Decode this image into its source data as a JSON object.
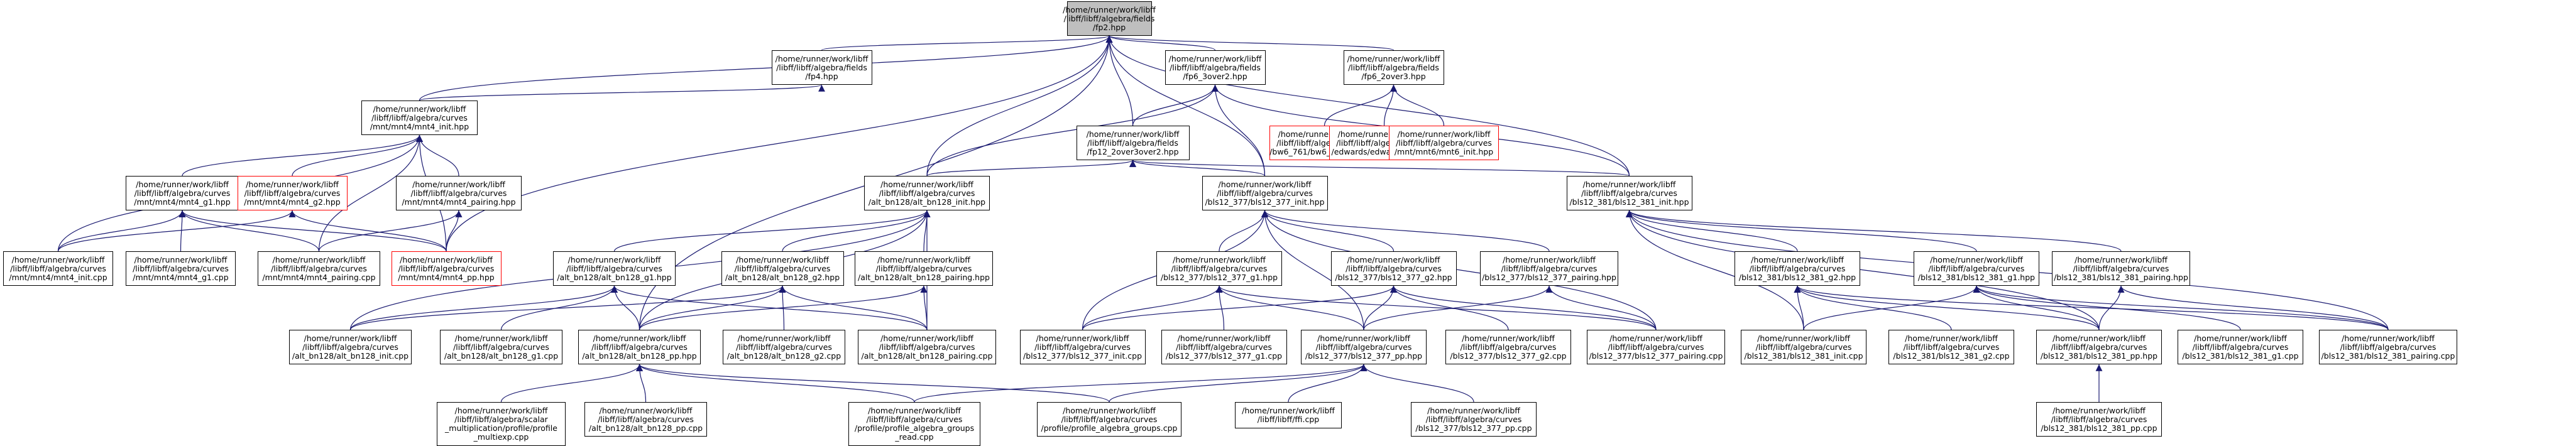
{
  "nodes": [
    {
      "id": "fp2",
      "label": "/home/runner/work/libff\n/libff/libff/algebra/fields\n/fp2.hpp",
      "style": "root"
    },
    {
      "id": "fp4",
      "label": "/home/runner/work/libff\n/libff/libff/algebra/fields\n/fp4.hpp",
      "style": "normal"
    },
    {
      "id": "fp6_3over2",
      "label": "/home/runner/work/libff\n/libff/libff/algebra/fields\n/fp6_3over2.hpp",
      "style": "normal"
    },
    {
      "id": "fp6_2over3",
      "label": "/home/runner/work/libff\n/libff/libff/algebra/fields\n/fp6_2over3.hpp",
      "style": "normal"
    },
    {
      "id": "bw6_init",
      "label": "/home/runner/work/libff\n/libff/libff/algebra/curves\n/bw6_761/bw6_761_init.hpp",
      "style": "red"
    },
    {
      "id": "edwards_init",
      "label": "/home/runner/work/libff\n/libff/libff/algebra/curves\n/edwards/edwards_init.hpp",
      "style": "red"
    },
    {
      "id": "mnt6_init",
      "label": "/home/runner/work/libff\n/libff/libff/algebra/curves\n/mnt/mnt6/mnt6_init.hpp",
      "style": "red"
    },
    {
      "id": "mnt4_init",
      "label": "/home/runner/work/libff\n/libff/libff/algebra/curves\n/mnt/mnt4/mnt4_init.hpp",
      "style": "normal"
    },
    {
      "id": "fp12_2over3over2",
      "label": "/home/runner/work/libff\n/libff/libff/algebra/fields\n/fp12_2over3over2.hpp",
      "style": "normal"
    },
    {
      "id": "mnt4_g1_h",
      "label": "/home/runner/work/libff\n/libff/libff/algebra/curves\n/mnt/mnt4/mnt4_g1.hpp",
      "style": "normal"
    },
    {
      "id": "mnt4_g2_h",
      "label": "/home/runner/work/libff\n/libff/libff/algebra/curves\n/mnt/mnt4/mnt4_g2.hpp",
      "style": "red"
    },
    {
      "id": "mnt4_pairing_h",
      "label": "/home/runner/work/libff\n/libff/libff/algebra/curves\n/mnt/mnt4/mnt4_pairing.hpp",
      "style": "normal"
    },
    {
      "id": "bn128_init_h",
      "label": "/home/runner/work/libff\n/libff/libff/algebra/curves\n/alt_bn128/alt_bn128_init.hpp",
      "style": "normal"
    },
    {
      "id": "bls377_init_h",
      "label": "/home/runner/work/libff\n/libff/libff/algebra/curves\n/bls12_377/bls12_377_init.hpp",
      "style": "normal"
    },
    {
      "id": "bls381_init_h",
      "label": "/home/runner/work/libff\n/libff/libff/algebra/curves\n/bls12_381/bls12_381_init.hpp",
      "style": "normal"
    },
    {
      "id": "mnt4_init_cpp",
      "label": "/home/runner/work/libff\n/libff/libff/algebra/curves\n/mnt/mnt4/mnt4_init.cpp",
      "style": "normal"
    },
    {
      "id": "mnt4_g1_cpp",
      "label": "/home/runner/work/libff\n/libff/libff/algebra/curves\n/mnt/mnt4/mnt4_g1.cpp",
      "style": "normal"
    },
    {
      "id": "mnt4_pairing_cpp",
      "label": "/home/runner/work/libff\n/libff/libff/algebra/curves\n/mnt/mnt4/mnt4_pairing.cpp",
      "style": "normal"
    },
    {
      "id": "mnt4_pp_h",
      "label": "/home/runner/work/libff\n/libff/libff/algebra/curves\n/mnt/mnt4/mnt4_pp.hpp",
      "style": "red"
    },
    {
      "id": "bn128_g1_h",
      "label": "/home/runner/work/libff\n/libff/libff/algebra/curves\n/alt_bn128/alt_bn128_g1.hpp",
      "style": "normal"
    },
    {
      "id": "bn128_g2_h",
      "label": "/home/runner/work/libff\n/libff/libff/algebra/curves\n/alt_bn128/alt_bn128_g2.hpp",
      "style": "normal"
    },
    {
      "id": "bn128_pairing_h",
      "label": "/home/runner/work/libff\n/libff/libff/algebra/curves\n/alt_bn128/alt_bn128_pairing.hpp",
      "style": "normal"
    },
    {
      "id": "bls377_g1_h",
      "label": "/home/runner/work/libff\n/libff/libff/algebra/curves\n/bls12_377/bls12_377_g1.hpp",
      "style": "normal"
    },
    {
      "id": "bls377_g2_h",
      "label": "/home/runner/work/libff\n/libff/libff/algebra/curves\n/bls12_377/bls12_377_g2.hpp",
      "style": "normal"
    },
    {
      "id": "bls377_pairing_h",
      "label": "/home/runner/work/libff\n/libff/libff/algebra/curves\n/bls12_377/bls12_377_pairing.hpp",
      "style": "normal"
    },
    {
      "id": "bls381_g2_h",
      "label": "/home/runner/work/libff\n/libff/libff/algebra/curves\n/bls12_381/bls12_381_g2.hpp",
      "style": "normal"
    },
    {
      "id": "bls381_g1_h",
      "label": "/home/runner/work/libff\n/libff/libff/algebra/curves\n/bls12_381/bls12_381_g1.hpp",
      "style": "normal"
    },
    {
      "id": "bls381_pairing_h",
      "label": "/home/runner/work/libff\n/libff/libff/algebra/curves\n/bls12_381/bls12_381_pairing.hpp",
      "style": "normal"
    },
    {
      "id": "bn128_init_cpp",
      "label": "/home/runner/work/libff\n/libff/libff/algebra/curves\n/alt_bn128/alt_bn128_init.cpp",
      "style": "normal"
    },
    {
      "id": "bn128_g1_cpp",
      "label": "/home/runner/work/libff\n/libff/libff/algebra/curves\n/alt_bn128/alt_bn128_g1.cpp",
      "style": "normal"
    },
    {
      "id": "bn128_pp_h",
      "label": "/home/runner/work/libff\n/libff/libff/algebra/curves\n/alt_bn128/alt_bn128_pp.hpp",
      "style": "normal"
    },
    {
      "id": "bn128_g2_cpp",
      "label": "/home/runner/work/libff\n/libff/libff/algebra/curves\n/alt_bn128/alt_bn128_g2.cpp",
      "style": "normal"
    },
    {
      "id": "bn128_pairing_cpp",
      "label": "/home/runner/work/libff\n/libff/libff/algebra/curves\n/alt_bn128/alt_bn128_pairing.cpp",
      "style": "normal"
    },
    {
      "id": "bls377_init_cpp",
      "label": "/home/runner/work/libff\n/libff/libff/algebra/curves\n/bls12_377/bls12_377_init.cpp",
      "style": "normal"
    },
    {
      "id": "bls377_g1_cpp",
      "label": "/home/runner/work/libff\n/libff/libff/algebra/curves\n/bls12_377/bls12_377_g1.cpp",
      "style": "normal"
    },
    {
      "id": "bls377_pp_h",
      "label": "/home/runner/work/libff\n/libff/libff/algebra/curves\n/bls12_377/bls12_377_pp.hpp",
      "style": "normal"
    },
    {
      "id": "bls377_g2_cpp",
      "label": "/home/runner/work/libff\n/libff/libff/algebra/curves\n/bls12_377/bls12_377_g2.cpp",
      "style": "normal"
    },
    {
      "id": "bls377_pairing_cpp",
      "label": "/home/runner/work/libff\n/libff/libff/algebra/curves\n/bls12_377/bls12_377_pairing.cpp",
      "style": "normal"
    },
    {
      "id": "bls381_init_cpp",
      "label": "/home/runner/work/libff\n/libff/libff/algebra/curves\n/bls12_381/bls12_381_init.cpp",
      "style": "normal"
    },
    {
      "id": "bls381_g2_cpp",
      "label": "/home/runner/work/libff\n/libff/libff/algebra/curves\n/bls12_381/bls12_381_g2.cpp",
      "style": "normal"
    },
    {
      "id": "bls381_pp_h",
      "label": "/home/runner/work/libff\n/libff/libff/algebra/curves\n/bls12_381/bls12_381_pp.hpp",
      "style": "normal"
    },
    {
      "id": "bls381_g1_cpp",
      "label": "/home/runner/work/libff\n/libff/libff/algebra/curves\n/bls12_381/bls12_381_g1.cpp",
      "style": "normal"
    },
    {
      "id": "bls381_pairing_cpp",
      "label": "/home/runner/work/libff\n/libff/libff/algebra/curves\n/bls12_381/bls12_381_pairing.cpp",
      "style": "normal"
    },
    {
      "id": "multiexp_cpp",
      "label": "/home/runner/work/libff\n/libff/libff/algebra/scalar\n_multiplication/profile/profile\n_multiexp.cpp",
      "style": "normal"
    },
    {
      "id": "bn128_pp_cpp",
      "label": "/home/runner/work/libff\n/libff/libff/algebra/curves\n/alt_bn128/alt_bn128_pp.cpp",
      "style": "normal"
    },
    {
      "id": "groups_read_cpp",
      "label": "/home/runner/work/libff\n/libff/libff/algebra/curves\n/profile/profile_algebra_groups\n_read.cpp",
      "style": "normal"
    },
    {
      "id": "groups_cpp",
      "label": "/home/runner/work/libff\n/libff/libff/algebra/curves\n/profile/profile_algebra_groups.cpp",
      "style": "normal"
    },
    {
      "id": "ffi_cpp",
      "label": "/home/runner/work/libff\n/libff/libff/ffi.cpp",
      "style": "normal"
    },
    {
      "id": "bls377_pp_cpp",
      "label": "/home/runner/work/libff\n/libff/libff/algebra/curves\n/bls12_377/bls12_377_pp.cpp",
      "style": "normal"
    },
    {
      "id": "bls381_pp_cpp",
      "label": "/home/runner/work/libff\n/libff/libff/algebra/curves\n/bls12_381/bls12_381_pp.cpp",
      "style": "normal"
    }
  ],
  "edges": [
    [
      "fp4",
      "fp2"
    ],
    [
      "fp6_3over2",
      "fp2"
    ],
    [
      "fp6_2over3",
      "fp2"
    ],
    [
      "mnt4_init",
      "fp2"
    ],
    [
      "fp12_2over3over2",
      "fp2"
    ],
    [
      "bn128_init_h",
      "fp2"
    ],
    [
      "bls377_init_h",
      "fp2"
    ],
    [
      "bls381_init_h",
      "fp2"
    ],
    [
      "mnt4_pp_h",
      "fp2"
    ],
    [
      "bn128_pp_h",
      "fp2"
    ],
    [
      "mnt4_init",
      "fp4"
    ],
    [
      "fp12_2over3over2",
      "fp6_3over2"
    ],
    [
      "bn128_init_h",
      "fp6_3over2"
    ],
    [
      "bls377_init_h",
      "fp6_3over2"
    ],
    [
      "bls381_init_h",
      "fp6_3over2"
    ],
    [
      "bw6_init",
      "fp6_2over3"
    ],
    [
      "edwards_init",
      "fp6_2over3"
    ],
    [
      "mnt6_init",
      "fp6_2over3"
    ],
    [
      "mnt4_init_cpp",
      "mnt4_init"
    ],
    [
      "mnt4_g1_h",
      "mnt4_init"
    ],
    [
      "mnt4_g2_h",
      "mnt4_init"
    ],
    [
      "mnt4_pairing_h",
      "mnt4_init"
    ],
    [
      "mnt4_pp_h",
      "mnt4_init"
    ],
    [
      "mnt4_pairing_cpp",
      "mnt4_init"
    ],
    [
      "bn128_init_h",
      "fp12_2over3over2"
    ],
    [
      "bls377_init_h",
      "fp12_2over3over2"
    ],
    [
      "bls381_init_h",
      "fp12_2over3over2"
    ],
    [
      "mnt4_init_cpp",
      "mnt4_g1_h"
    ],
    [
      "mnt4_g1_cpp",
      "mnt4_g1_h"
    ],
    [
      "mnt4_pairing_cpp",
      "mnt4_g1_h"
    ],
    [
      "mnt4_pp_h",
      "mnt4_g1_h"
    ],
    [
      "mnt4_init_cpp",
      "mnt4_g2_h"
    ],
    [
      "mnt4_pp_h",
      "mnt4_g2_h"
    ],
    [
      "mnt4_pairing_cpp",
      "mnt4_pairing_h"
    ],
    [
      "mnt4_pp_h",
      "mnt4_pairing_h"
    ],
    [
      "bn128_g1_h",
      "bn128_init_h"
    ],
    [
      "bn128_g2_h",
      "bn128_init_h"
    ],
    [
      "bn128_pairing_h",
      "bn128_init_h"
    ],
    [
      "bn128_init_cpp",
      "bn128_init_h"
    ],
    [
      "bn128_pp_h",
      "bn128_init_h"
    ],
    [
      "bn128_pairing_cpp",
      "bn128_init_h"
    ],
    [
      "bn128_init_cpp",
      "bn128_g1_h"
    ],
    [
      "bn128_g1_cpp",
      "bn128_g1_h"
    ],
    [
      "bn128_pp_h",
      "bn128_g1_h"
    ],
    [
      "bn128_pairing_cpp",
      "bn128_g1_h"
    ],
    [
      "bn128_init_cpp",
      "bn128_g2_h"
    ],
    [
      "bn128_g2_cpp",
      "bn128_g2_h"
    ],
    [
      "bn128_pp_h",
      "bn128_g2_h"
    ],
    [
      "bn128_pairing_cpp",
      "bn128_g2_h"
    ],
    [
      "bn128_pp_h",
      "bn128_pairing_h"
    ],
    [
      "bn128_pairing_cpp",
      "bn128_pairing_h"
    ],
    [
      "multiexp_cpp",
      "bn128_pp_h"
    ],
    [
      "bn128_pp_cpp",
      "bn128_pp_h"
    ],
    [
      "groups_read_cpp",
      "bn128_pp_h"
    ],
    [
      "groups_cpp",
      "bn128_pp_h"
    ],
    [
      "bls377_g1_h",
      "bls377_init_h"
    ],
    [
      "bls377_g2_h",
      "bls377_init_h"
    ],
    [
      "bls377_pairing_h",
      "bls377_init_h"
    ],
    [
      "bls377_init_cpp",
      "bls377_init_h"
    ],
    [
      "bls377_pp_h",
      "bls377_init_h"
    ],
    [
      "bls377_pairing_cpp",
      "bls377_init_h"
    ],
    [
      "bls377_init_cpp",
      "bls377_g1_h"
    ],
    [
      "bls377_g1_cpp",
      "bls377_g1_h"
    ],
    [
      "bls377_pp_h",
      "bls377_g1_h"
    ],
    [
      "bls377_pairing_cpp",
      "bls377_g1_h"
    ],
    [
      "bls377_init_cpp",
      "bls377_g2_h"
    ],
    [
      "bls377_g2_cpp",
      "bls377_g2_h"
    ],
    [
      "bls377_pp_h",
      "bls377_g2_h"
    ],
    [
      "bls377_pairing_cpp",
      "bls377_g2_h"
    ],
    [
      "bls377_pp_h",
      "bls377_pairing_h"
    ],
    [
      "bls377_pairing_cpp",
      "bls377_pairing_h"
    ],
    [
      "groups_read_cpp",
      "bls377_pp_h"
    ],
    [
      "groups_cpp",
      "bls377_pp_h"
    ],
    [
      "ffi_cpp",
      "bls377_pp_h"
    ],
    [
      "bls377_pp_cpp",
      "bls377_pp_h"
    ],
    [
      "bls381_g2_h",
      "bls381_init_h"
    ],
    [
      "bls381_g1_h",
      "bls381_init_h"
    ],
    [
      "bls381_pairing_h",
      "bls381_init_h"
    ],
    [
      "bls381_init_cpp",
      "bls381_init_h"
    ],
    [
      "bls381_pp_h",
      "bls381_init_h"
    ],
    [
      "bls381_pairing_cpp",
      "bls381_init_h"
    ],
    [
      "bls381_init_cpp",
      "bls381_g2_h"
    ],
    [
      "bls381_g2_cpp",
      "bls381_g2_h"
    ],
    [
      "bls381_pp_h",
      "bls381_g2_h"
    ],
    [
      "bls381_pairing_cpp",
      "bls381_g2_h"
    ],
    [
      "bls381_init_cpp",
      "bls381_g1_h"
    ],
    [
      "bls381_g1_cpp",
      "bls381_g1_h"
    ],
    [
      "bls381_pp_h",
      "bls381_g1_h"
    ],
    [
      "bls381_pairing_cpp",
      "bls381_g1_h"
    ],
    [
      "bls381_pp_h",
      "bls381_pairing_h"
    ],
    [
      "bls381_pairing_cpp",
      "bls381_pairing_h"
    ],
    [
      "bls381_pp_cpp",
      "bls381_pp_h"
    ]
  ],
  "colors": {
    "node_border": "#000000",
    "highlight_border": "#ff0000",
    "root_fill": "#bfbfbf",
    "edge": "#191970"
  }
}
